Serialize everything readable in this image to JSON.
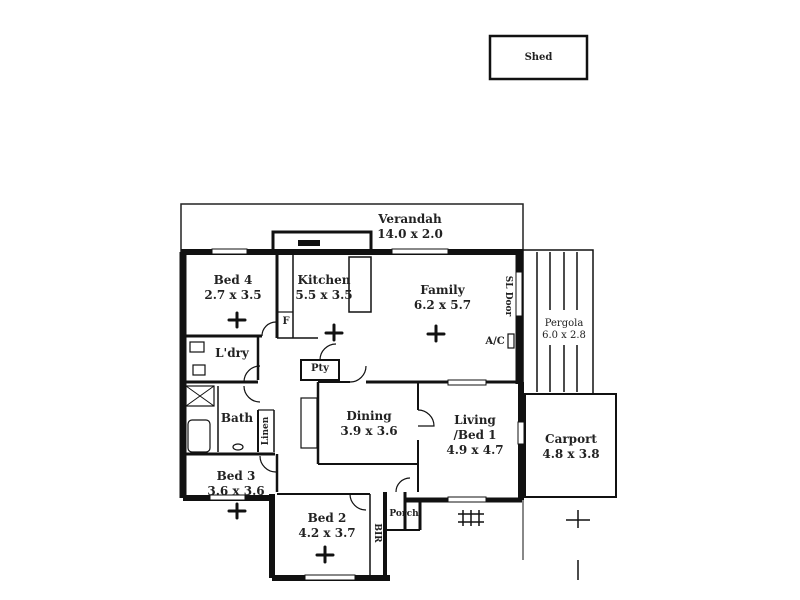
{
  "plan": {
    "shed": {
      "name": "Shed"
    },
    "rooms": [
      {
        "id": "verandah",
        "name": "Verandah",
        "size": "14.0 x 2.0"
      },
      {
        "id": "bed4",
        "name": "Bed 4",
        "size": "2.7 x 3.5"
      },
      {
        "id": "kitchen",
        "name": "Kitchen",
        "size": "5.5 x 3.5"
      },
      {
        "id": "family",
        "name": "Family",
        "size": "6.2 x 5.7"
      },
      {
        "id": "pergola",
        "name": "Pergola",
        "size": "6.0 x 2.8"
      },
      {
        "id": "laundry",
        "name": "L'dry",
        "size": ""
      },
      {
        "id": "pantry",
        "name": "Pty",
        "size": ""
      },
      {
        "id": "bath",
        "name": "Bath",
        "size": ""
      },
      {
        "id": "linen",
        "name": "Linen",
        "size": ""
      },
      {
        "id": "dining",
        "name": "Dining",
        "size": "3.9 x 3.6"
      },
      {
        "id": "living",
        "name": "Living",
        "name2": "/Bed 1",
        "size": "4.9 x 4.7"
      },
      {
        "id": "carport",
        "name": "Carport",
        "size": "4.8 x 3.8"
      },
      {
        "id": "bed3",
        "name": "Bed 3",
        "size": "3.6 x 3.6"
      },
      {
        "id": "bed2",
        "name": "Bed 2",
        "size": "4.2 x 3.7"
      },
      {
        "id": "porch",
        "name": "Porch",
        "size": ""
      },
      {
        "id": "robe",
        "name": "BIR",
        "size": ""
      }
    ],
    "annotations": {
      "fridge": "F",
      "sliding_door": "SL Door",
      "air_conditioner": "A/C"
    }
  }
}
